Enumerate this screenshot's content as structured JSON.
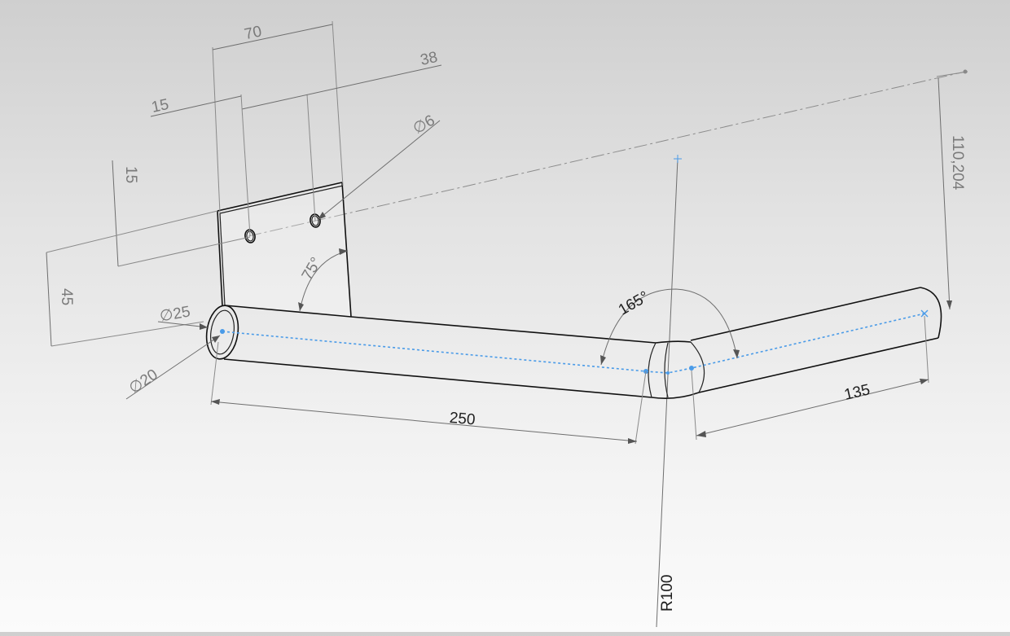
{
  "drawing": {
    "dimensions": {
      "d70": "70",
      "d38": "38",
      "d15_top": "15",
      "d15_left": "15",
      "d45": "45",
      "phi6": "∅6",
      "phi25": "∅25",
      "phi20": "∅20",
      "angle75": "75°",
      "angle165": "165°",
      "d250": "250",
      "d135": "135",
      "d110": "110,204",
      "r100": "R100"
    },
    "colors": {
      "edge": "#111111",
      "dimension": "#6e6e6e",
      "sketch_path": "#4a9be8"
    }
  }
}
